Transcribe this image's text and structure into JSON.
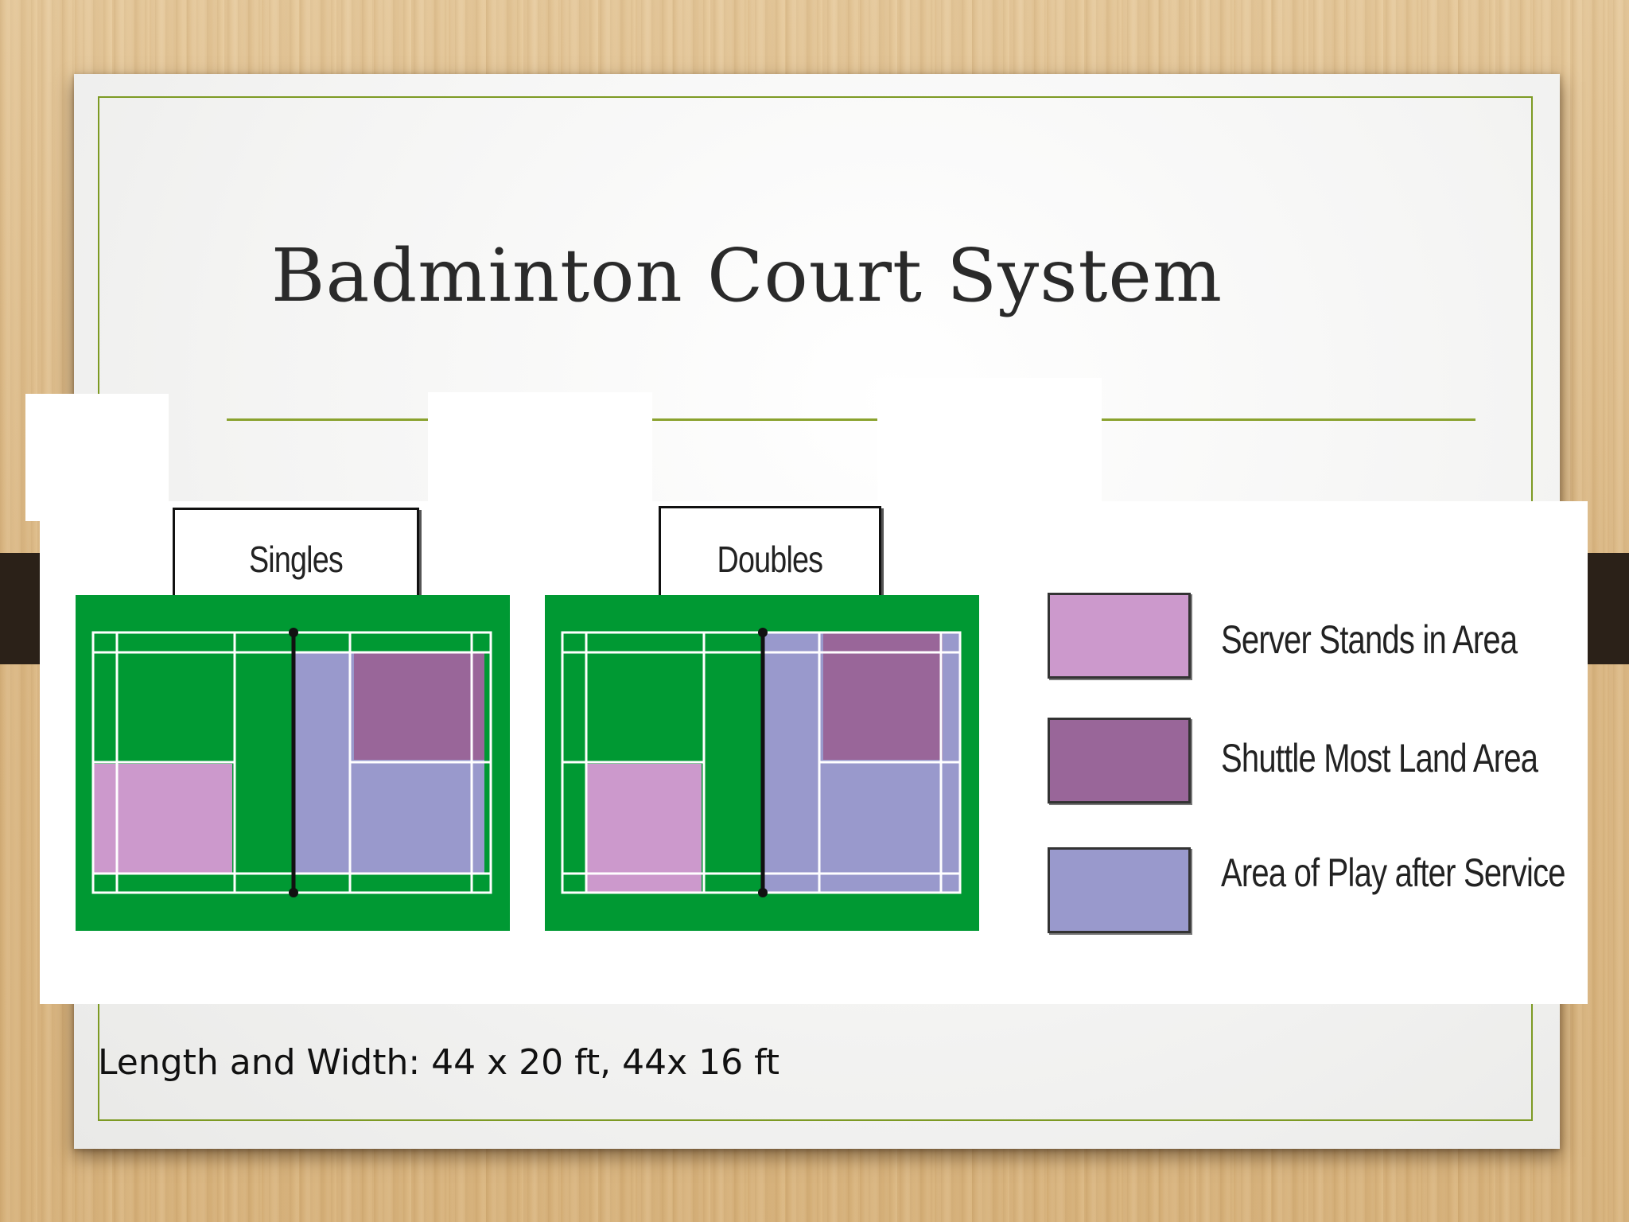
{
  "slide": {
    "title": "Badminton Court System",
    "caption": "Length and Width: 44 x 20 ft, 44x 16 ft"
  },
  "courts": [
    {
      "label": "Singles",
      "mode": "singles"
    },
    {
      "label": "Doubles",
      "mode": "doubles"
    }
  ],
  "legend": [
    {
      "label": "Server Stands in Area",
      "color": "#cc99cc"
    },
    {
      "label": "Shuttle Most Land Area",
      "color": "#996699"
    },
    {
      "label": "Area of Play after Service",
      "color": "#9999cc"
    }
  ],
  "colors": {
    "court_green": "#009933",
    "frame_green": "#7d9a23",
    "line_white": "#ffffff"
  }
}
